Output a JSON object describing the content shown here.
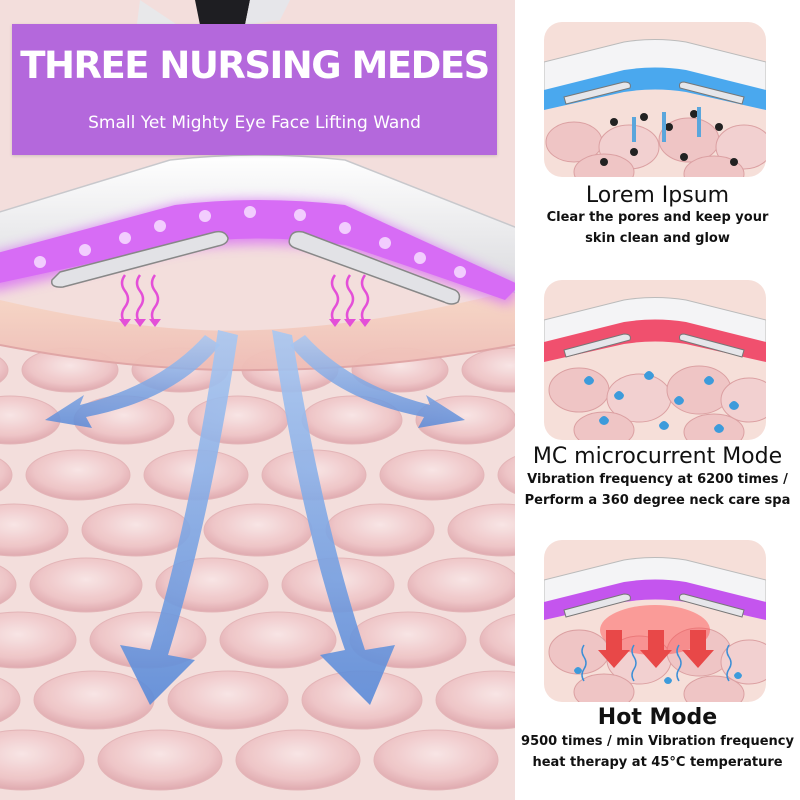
{
  "banner": {
    "title": "THREE NURSING MEDES",
    "subtitle": "Small Yet Mighty Eye Face Lifting Wand",
    "color": "#b468dc"
  },
  "modes": [
    {
      "title": "Lorem Ipsum",
      "description_lines": [
        "Clear the pores and keep your",
        "skin clean and glow"
      ],
      "light_color": "#4aa8ee"
    },
    {
      "title": "MC microcurrent Mode",
      "description_lines": [
        "Vibration frequency at 6200 times /",
        "Perform a 360 degree neck care spa"
      ],
      "light_color": "#f0506e"
    },
    {
      "title": "Hot Mode",
      "description_lines": [
        "9500 times / min Vibration frequency",
        "heat therapy at 45°C temperature"
      ],
      "light_color": "#c455ee"
    }
  ],
  "colors": {
    "wand_light": "#d76cf5",
    "arrow_blue": "#6f9fe0",
    "skin": "#f3d6d4"
  }
}
